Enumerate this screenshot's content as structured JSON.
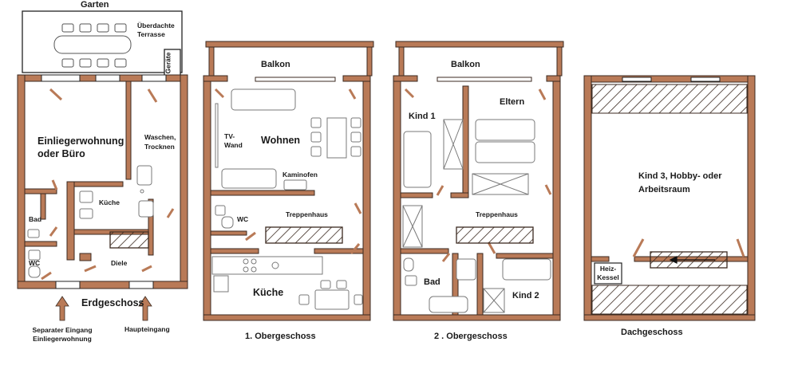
{
  "ground": {
    "garden": "Garten",
    "covered_terrace_1": "Überdachte",
    "covered_terrace_2": "Terrasse",
    "shed": "Geräte",
    "granny_flat_1": "Einliegerwohnung",
    "granny_flat_2": "oder Büro",
    "laundry_1": "Waschen,",
    "laundry_2": "Trocknen",
    "kitchen": "Küche",
    "bath": "Bad",
    "wc": "WC",
    "hall": "Diele",
    "floor_name": "Erdgeschoss",
    "separate_entrance_1": "Separater Eingang",
    "separate_entrance_2": "Einliegerwohnung",
    "main_entrance": "Haupteingang"
  },
  "first": {
    "balcony": "Balkon",
    "tv_wall_1": "TV-",
    "tv_wall_2": "Wand",
    "living": "Wohnen",
    "stove": "Kaminofen",
    "wc": "WC",
    "stairs": "Treppenhaus",
    "kitchen": "Küche",
    "floor_name": "1. Obergeschoss"
  },
  "second": {
    "balcony": "Balkon",
    "child1": "Kind 1",
    "parents": "Eltern",
    "stairs": "Treppenhaus",
    "bath": "Bad",
    "child2": "Kind 2",
    "floor_name": "2 . Obergeschoss"
  },
  "attic": {
    "room_1": "Kind 3, Hobby- oder",
    "room_2": "Arbeitsraum",
    "boiler_1": "Heiz-",
    "boiler_2": "Kessel",
    "floor_name": "Dachgeschoss"
  },
  "colors": {
    "wall": "#b97a57",
    "wall_outline": "#3b2a20",
    "furniture": "#7a7a7a",
    "text": "#1a1a1a"
  }
}
